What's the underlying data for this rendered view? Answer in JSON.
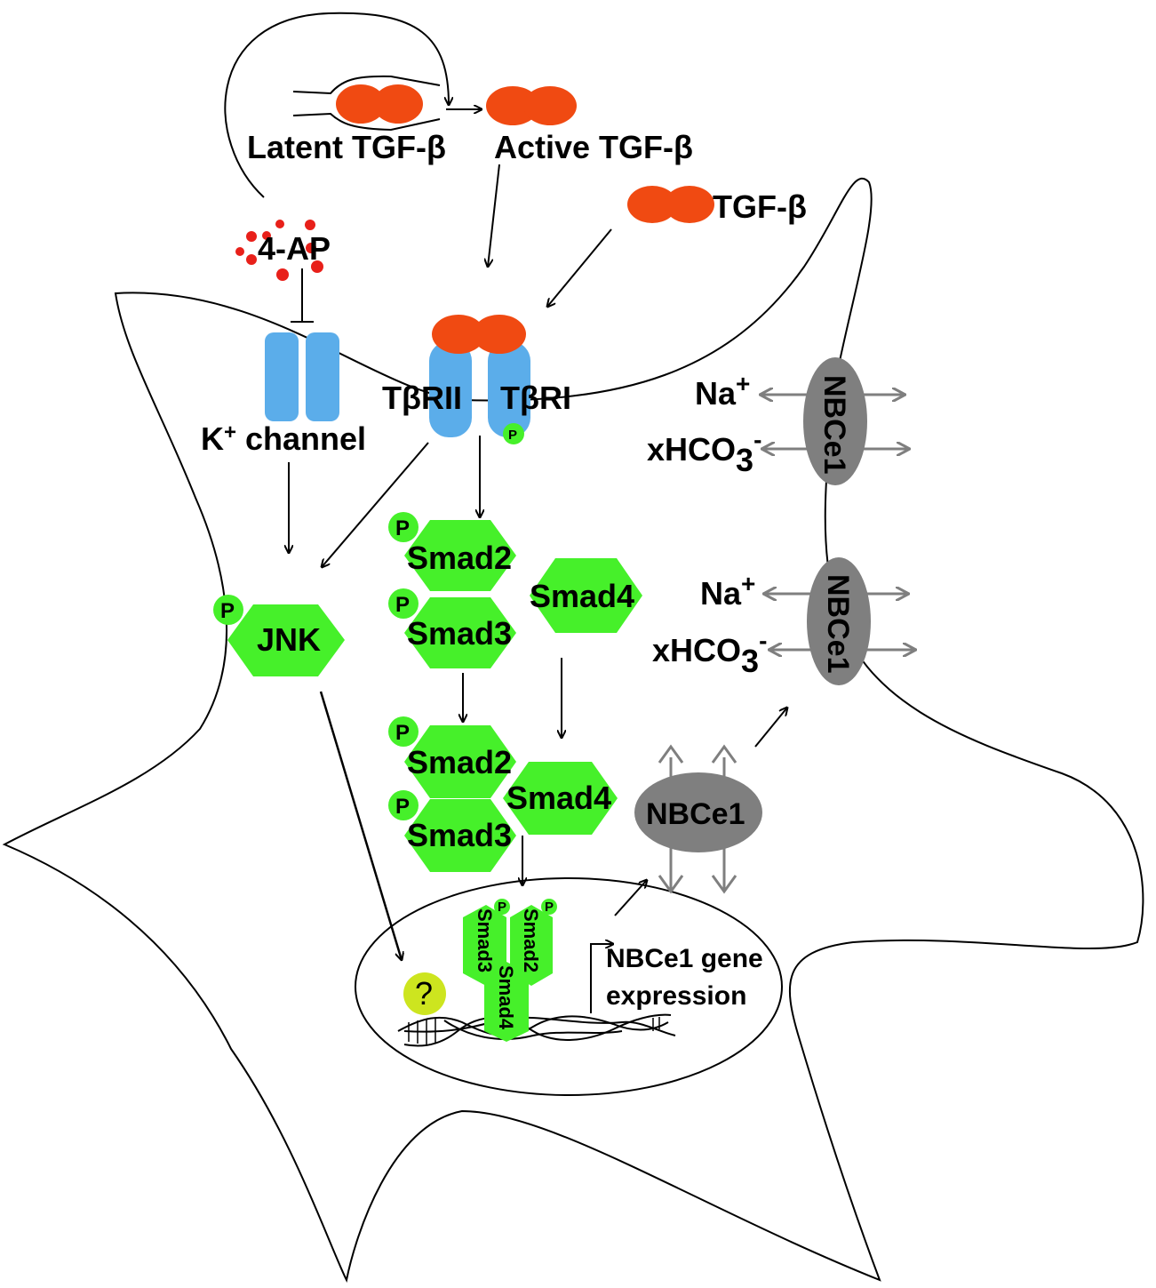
{
  "labels": {
    "latent_tgfb": "Latent TGF-β",
    "active_tgfb": "Active TGF-β",
    "tgfb": "TGF-β",
    "four_ap": "4-AP",
    "k_channel_k": "K",
    "k_channel_sup": "+",
    "k_channel_rest": " channel",
    "tbrii": "TβRII",
    "tbri": "TβRI",
    "p": "P",
    "jnk": "JNK",
    "smad2": "Smad2",
    "smad3": "Smad3",
    "smad4": "Smad4",
    "nbce1": "NBCe1",
    "na": "Na",
    "na_sup": "+",
    "xhco3_main": "xHCO",
    "xhco3_sub": "3",
    "xhco3_sup": "-",
    "question": "?",
    "gene_expression_line1": "NBCe1 gene",
    "gene_expression_line2": "expression"
  },
  "colors": {
    "tgfb": "#f04a12",
    "receptor": "#5badea",
    "smad": "#46f02a",
    "nbce1": "#7f7f7f",
    "four_ap_dots": "#e8201a",
    "question": "#cde51f",
    "transport_arrow": "#7f7f7f"
  }
}
